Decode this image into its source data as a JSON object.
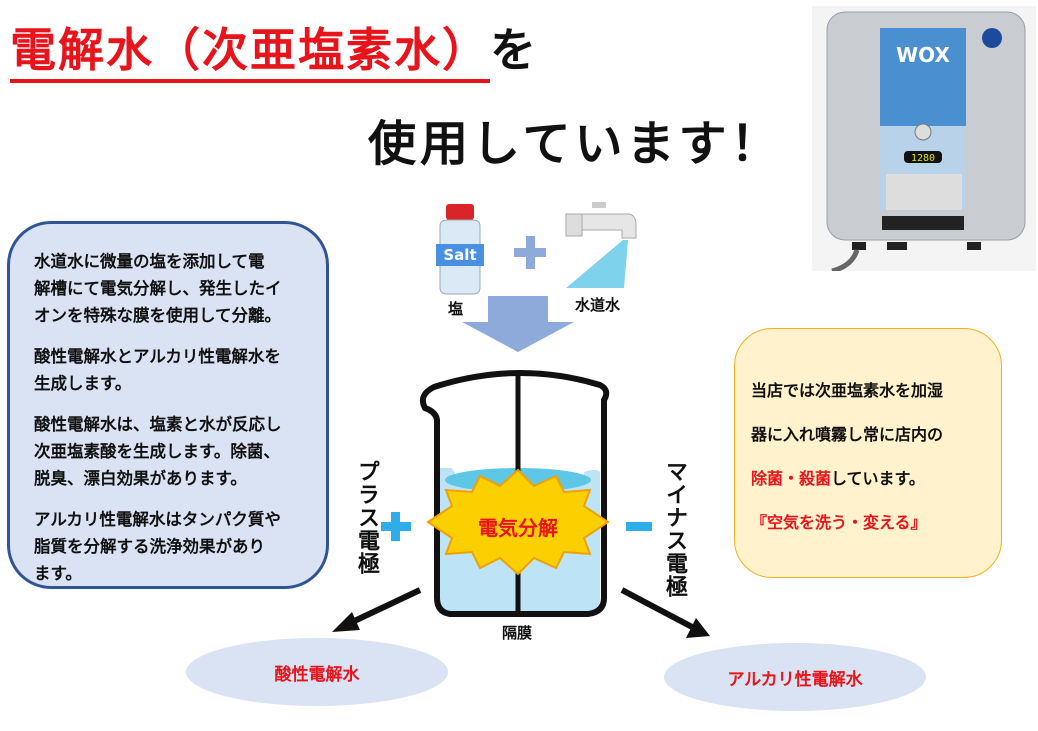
{
  "title": {
    "highlight": "電解水（次亜塩素水）",
    "suffix": "を",
    "line2": "使用しています！"
  },
  "left_box": {
    "paragraphs": [
      [
        "水道水に微量の塩を添加して電",
        "解槽にて電気分解し、発生したイ",
        "オンを特殊な膜を使用して分離。"
      ],
      [
        "酸性電解水とアルカリ性電解水を",
        "生成します。"
      ],
      [
        "酸性電解水は、塩素と水が反応し",
        "次亜塩素酸を生成します。除菌、",
        "脱臭、漂白効果があります。"
      ],
      [
        "アルカリ性電解水はタンパク質や",
        "脂質を分解する洗浄効果があり",
        "ます。"
      ]
    ]
  },
  "right_box": {
    "line1": "当店では次亜塩素水を加湿",
    "line2": "器に入れ噴霧し常に店内の",
    "highlight": "除菌・殺菌",
    "line3_rest": "しています。",
    "quote": "『空気を洗う・変える』"
  },
  "diagram": {
    "salt_label": "塩",
    "salt_bottle_text": "Salt",
    "water_label": "水道水",
    "plus_electrode": "プラス電極",
    "minus_electrode": "マイナス電極",
    "center": "電気分解",
    "membrane": "隔膜",
    "acid": "酸性電解水",
    "alkaline": "アルカリ性電解水"
  },
  "device": {
    "brand": "WOX",
    "display": "1280"
  }
}
